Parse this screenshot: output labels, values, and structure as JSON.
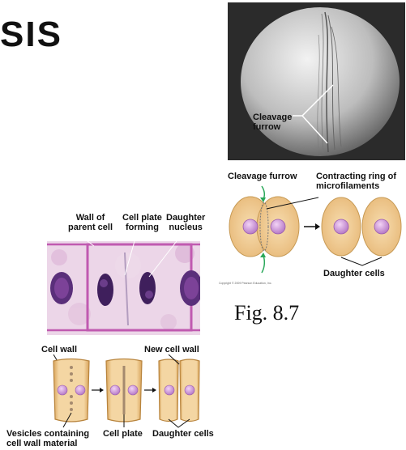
{
  "page": {
    "title_partial": "SIS"
  },
  "cleavage_photo": {
    "label_line1": "Cleavage",
    "label_line2": "furrow"
  },
  "animal_diagram": {
    "label_cleavage_furrow": "Cleavage furrow",
    "label_ring_line1": "Contracting ring of",
    "label_ring_line2": "microfilaments",
    "label_daughter_cells": "Daughter cells",
    "copyright": "Copyright © 2009 Pearson Education, Inc."
  },
  "fig_label": "Fig. 8.7",
  "plant_micrograph": {
    "label_wall_line1": "Wall of",
    "label_wall_line2": "parent cell",
    "label_plate_line1": "Cell plate",
    "label_plate_line2": "forming",
    "label_nucleus_line1": "Daughter",
    "label_nucleus_line2": "nucleus"
  },
  "plant_diagram": {
    "label_cell_wall": "Cell wall",
    "label_new_cell_wall": "New cell wall",
    "label_vesicles_line1": "Vesicles containing",
    "label_vesicles_line2": "cell wall material",
    "label_cell_plate": "Cell plate",
    "label_daughter_cells": "Daughter cells"
  },
  "colors": {
    "cell_fill": "#f0cf9a",
    "cell_edge": "#c79a55",
    "nucleus": "#c78bd0",
    "arrow_green": "#2aa85a",
    "stain_pink": "#d486c8",
    "stain_purple": "#4a2a6a"
  }
}
